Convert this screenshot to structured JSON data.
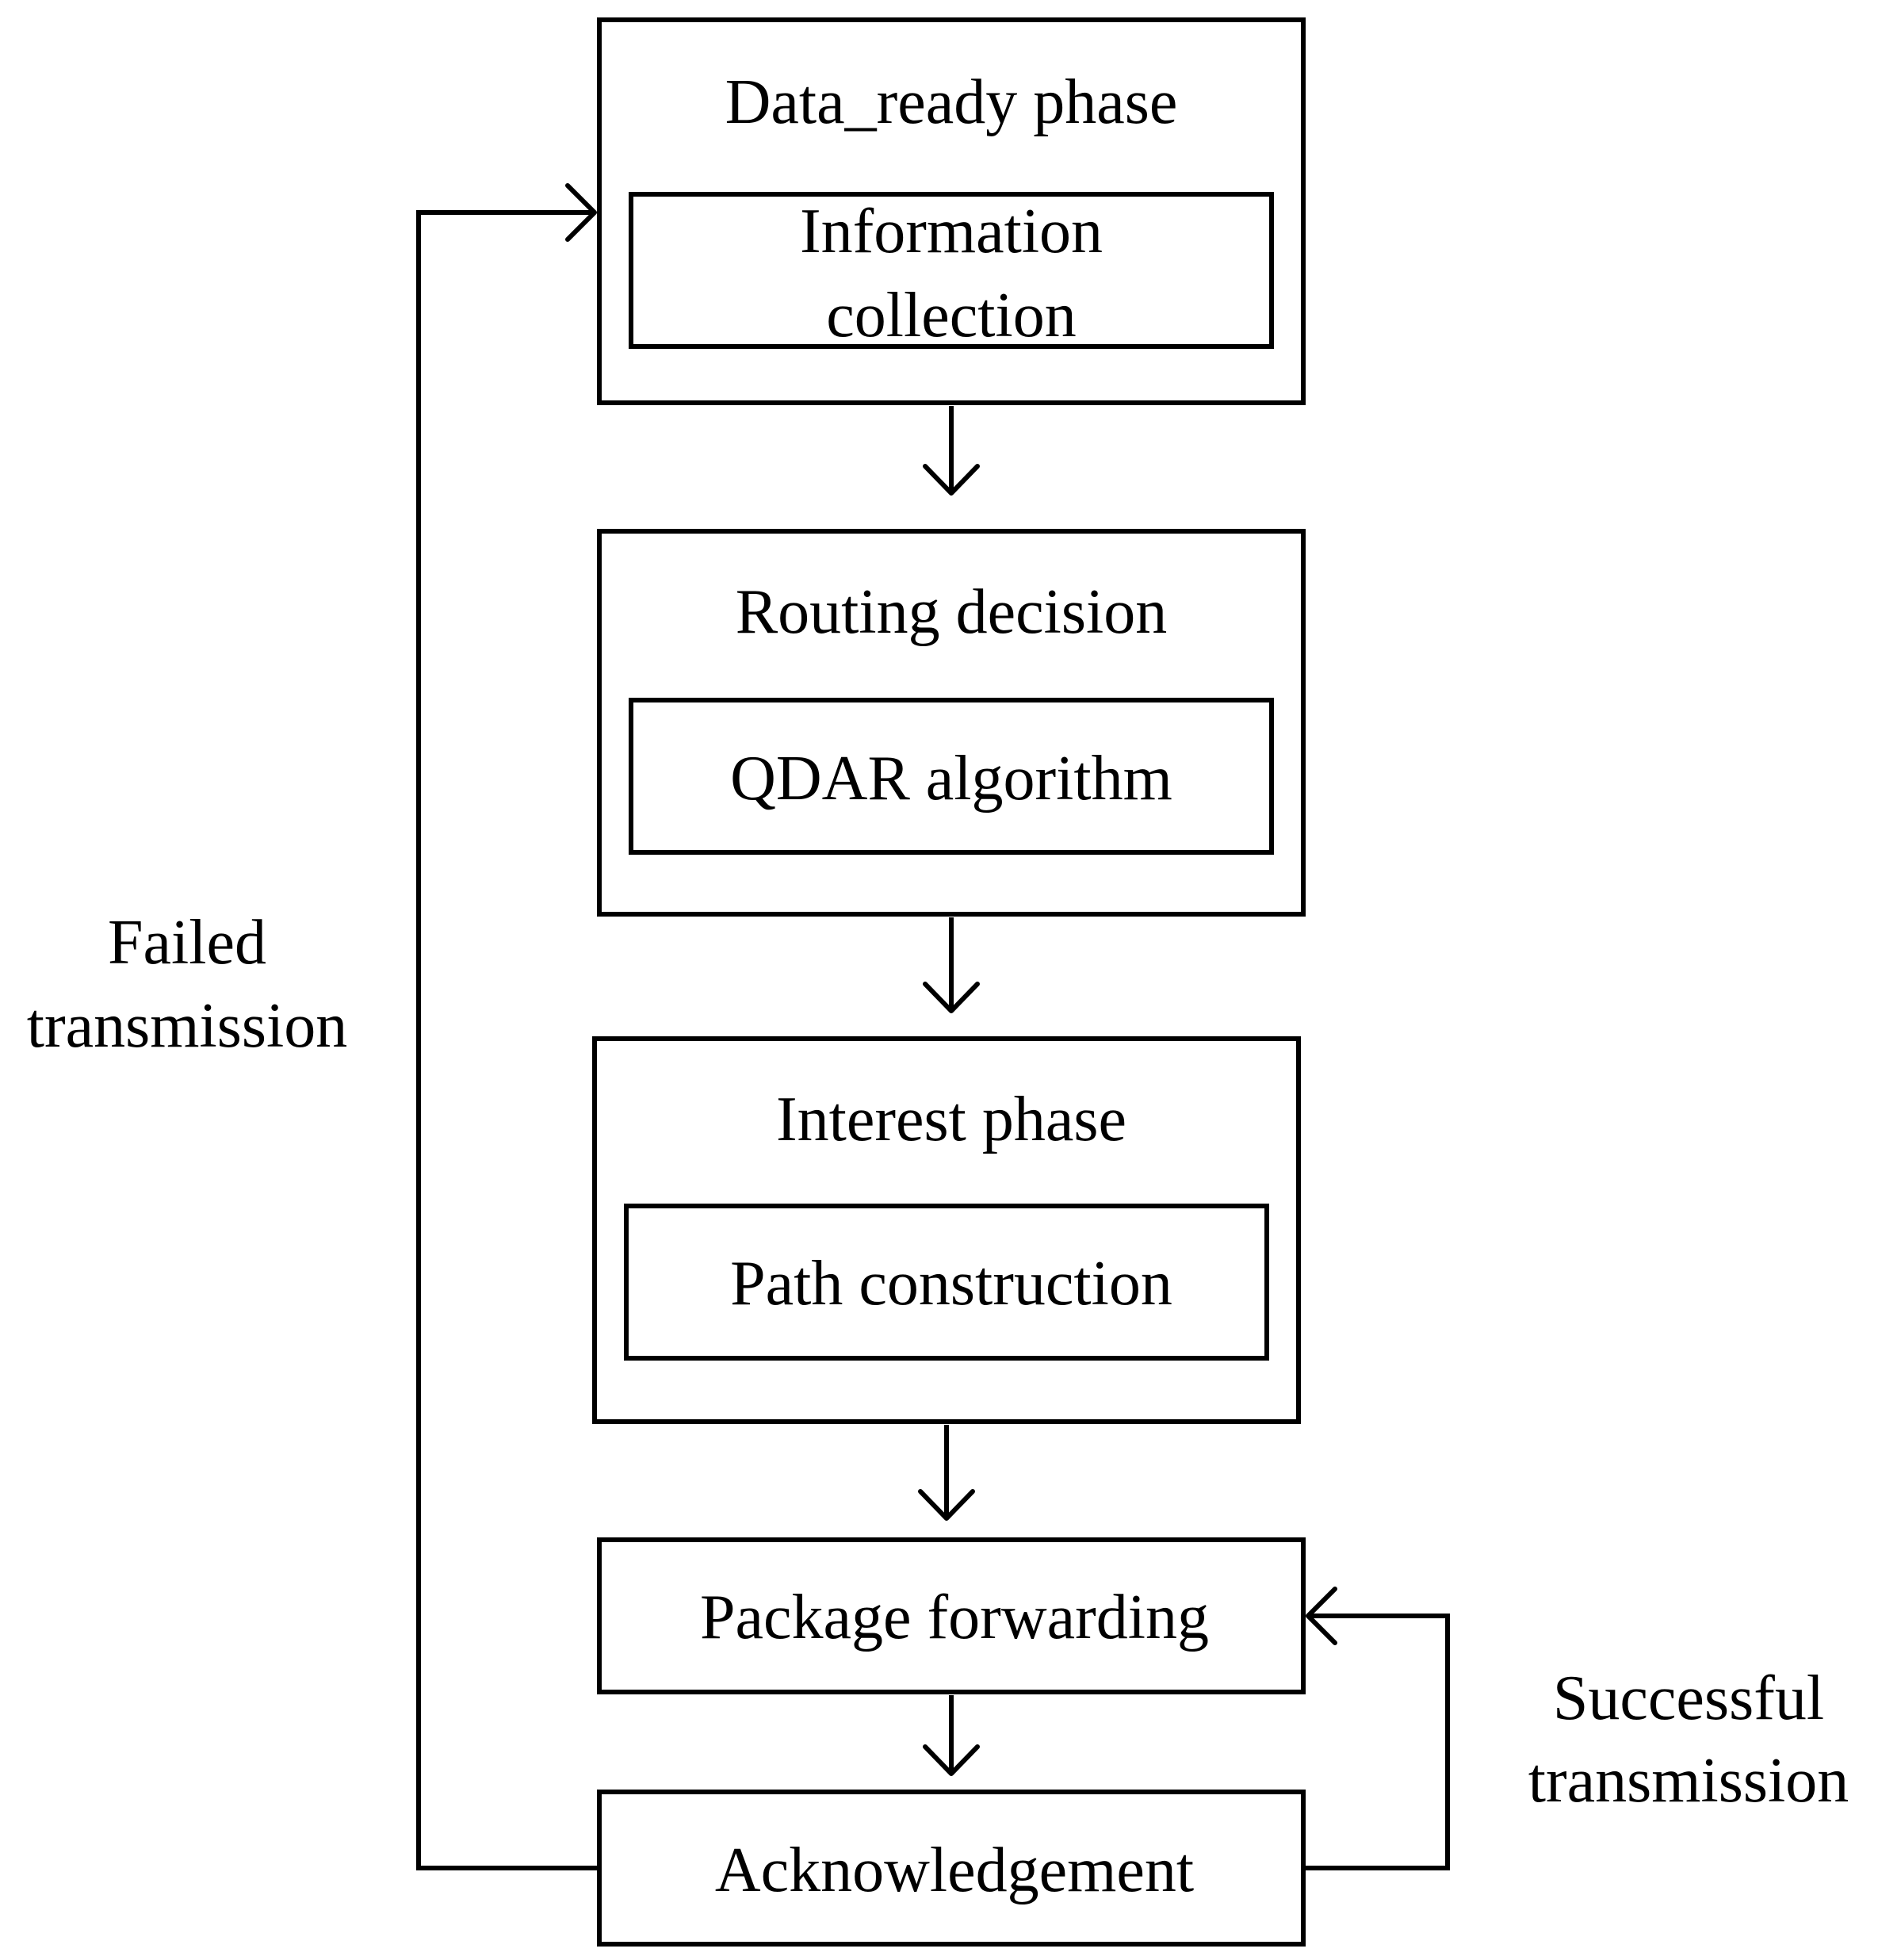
{
  "phases": [
    {
      "title": "Data_ready phase",
      "inner_lines": [
        "Information",
        "collection"
      ]
    },
    {
      "title": "Routing decision",
      "inner_lines": [
        "QDAR algorithm"
      ]
    },
    {
      "title": "Interest phase",
      "inner_lines": [
        "Path construction"
      ]
    }
  ],
  "steps": {
    "package_forwarding": "Package forwarding",
    "acknowledgement": "Acknowledgement"
  },
  "loops": {
    "failed": [
      "Failed",
      "transmission"
    ],
    "successful": [
      "Successful",
      "transmission"
    ]
  },
  "colors": {
    "stroke": "#000000",
    "background": "#ffffff"
  }
}
